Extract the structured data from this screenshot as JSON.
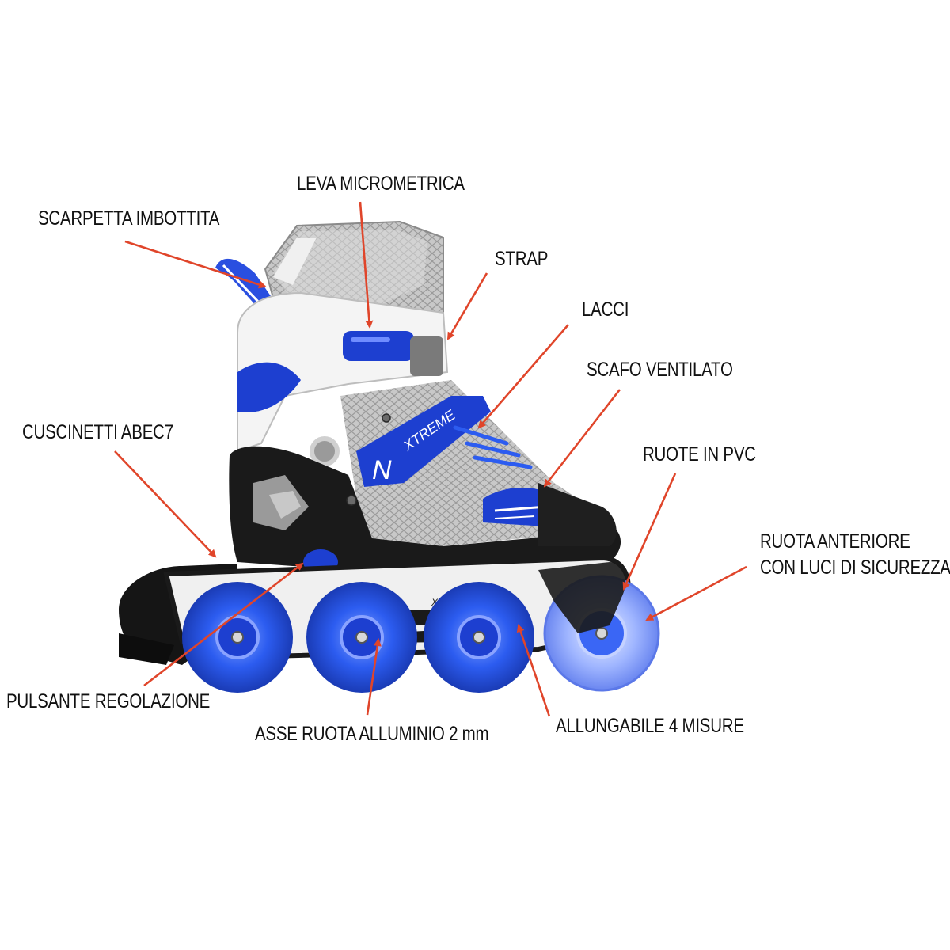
{
  "colors": {
    "accent_blue": "#1d3fd0",
    "arrow_red": "#e0452a",
    "frame_black": "#1a1a1a",
    "mesh_grey": "#bcbcbc",
    "shell_white": "#f4f4f4",
    "wheel_blue": "#2c5cf0"
  },
  "labels": {
    "leva": "LEVA MICROMETRICA",
    "scarpetta": "SCARPETTA IMBOTTITA",
    "strap": "STRAP",
    "lacci": "LACCI",
    "scafo": "SCAFO VENTILATO",
    "cuscinetti": "CUSCINETTI ABEC7",
    "ruote": "RUOTE IN PVC",
    "ruota_anteriore_1": "RUOTA ANTERIORE",
    "ruota_anteriore_2": "CON LUCI DI SICUREZZA",
    "pulsante": "PULSANTE REGOLAZIONE",
    "asse": "ASSE RUOTA ALLUMINIO 2 mm",
    "allungabile": "ALLUNGABILE 4 MISURE"
  },
  "brand": {
    "strap_text": "XTREME",
    "frame_text": "XTREME",
    "frame_logo_letter": "N"
  }
}
